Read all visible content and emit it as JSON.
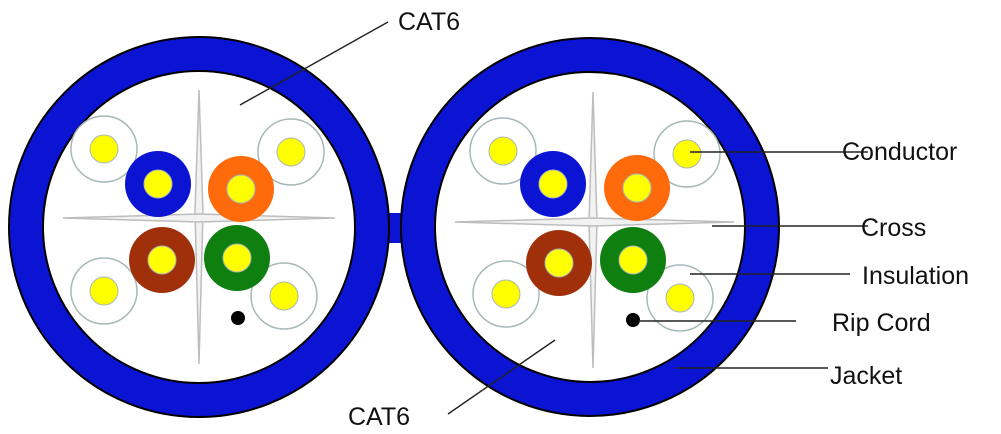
{
  "labels": {
    "cat6_top": "CAT6",
    "cat6_bottom": "CAT6",
    "conductor": "Conductor",
    "cross": "Cross",
    "insulation": "Insulation",
    "rip_cord": "Rip Cord",
    "jacket": "Jacket"
  },
  "colors": {
    "jacket": "#0a14d2",
    "conductor": "#ffff00",
    "blue_pair": "#0a14d2",
    "orange_pair": "#ff6a0a",
    "brown_pair": "#a0300a",
    "green_pair": "#0f7f0f",
    "white_pair": "#ffffff",
    "insulation_outline": "#a8b8b8",
    "cross": "#c4c4c4",
    "rip_cord": "#000000",
    "leader_line": "#222222"
  }
}
